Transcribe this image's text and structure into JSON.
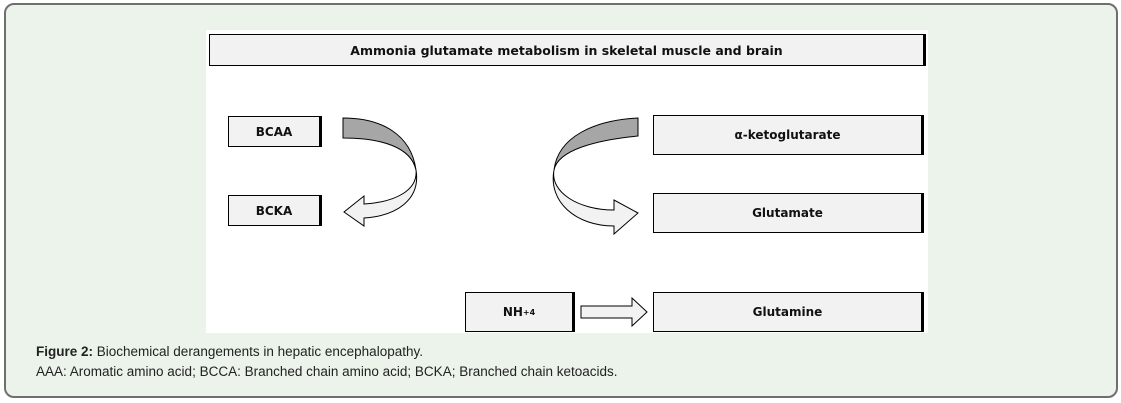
{
  "figure": {
    "title": "Ammonia glutamate metabolism in skeletal muscle and brain",
    "nodes": {
      "bcaa": "BCAA",
      "bcka": "BCKA",
      "akg": "α-ketoglutarate",
      "glu": "Glutamate",
      "nh4_main": "NH",
      "nh4_sub": "+4",
      "gln": "Glutamine"
    }
  },
  "caption": {
    "label": "Figure 2:",
    "text": " Biochemical derangements in hepatic encephalopathy.",
    "abbreviations": "AAA: Aromatic amino acid; BCCA: Branched chain amino acid; BCKA; Branched chain ketoacids."
  },
  "colors": {
    "card_background": "#ebf3ea",
    "card_border": "#6f6f6f",
    "box_fill": "#f2f2f2",
    "arrow_dark": "#a6a6a6",
    "arrow_light": "#f2f2f2"
  }
}
